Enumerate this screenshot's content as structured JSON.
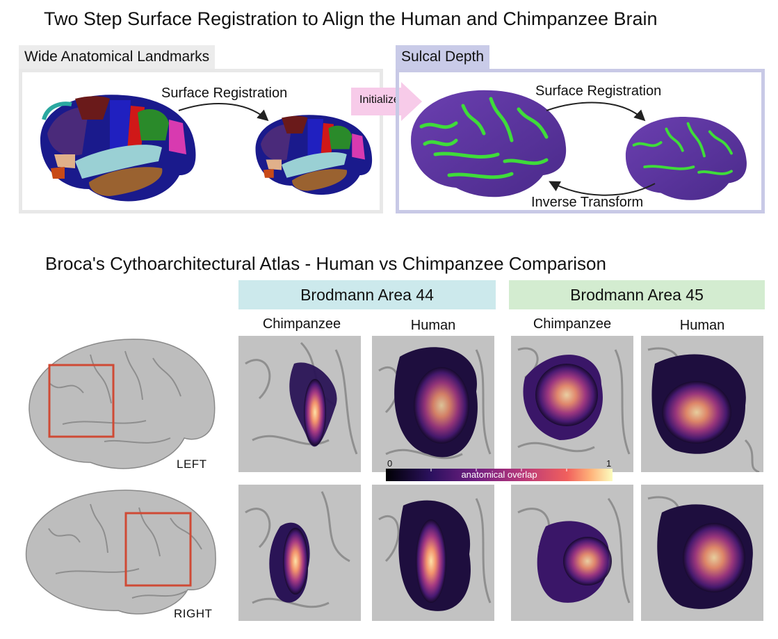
{
  "figure_title": "Two Step Surface Registration to Align the Human and Chimpanzee Brain",
  "step1": {
    "tab": "Wide Anatomical Landmarks",
    "arrow_label": "Surface Registration"
  },
  "initialize_label": "Initialize",
  "step2": {
    "tab": "Sulcal Depth",
    "arrow_top_label": "Surface Registration",
    "arrow_bottom_label": "Inverse Transform"
  },
  "atlas_title": "Broca's Cythoarchitectural Atlas - Human vs Chimpanzee Comparison",
  "areas": [
    {
      "label": "Brodmann Area 44",
      "color": "#cce9ec"
    },
    {
      "label": "Brodmann Area 45",
      "color": "#d3ecd0"
    }
  ],
  "column_labels": [
    "Chimpanzee",
    "Human",
    "Chimpanzee",
    "Human"
  ],
  "hemispheres": {
    "left": "LEFT",
    "right": "RIGHT"
  },
  "colorbar": {
    "min": "0",
    "max": "1",
    "label": "anatomical overlap"
  },
  "colors": {
    "step1_border": "#e8e8e8",
    "step1_tab": "#ececec",
    "step2_border": "#c8c9e6",
    "step2_tab": "#c9cbe8",
    "initialize": "#f7cbe9",
    "roi_box": "#cf4a35"
  }
}
